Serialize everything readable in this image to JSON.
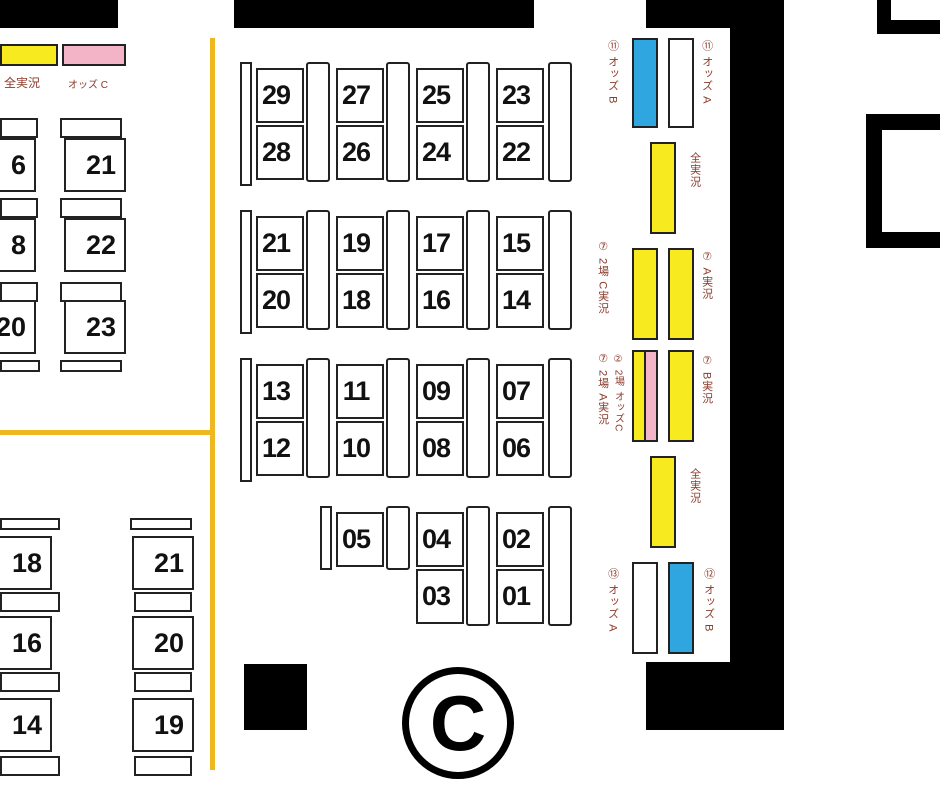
{
  "map": {
    "area_label": "C",
    "seat_blocks": [
      {
        "rows": [
          [
            "29",
            "27",
            "25",
            "23"
          ],
          [
            "28",
            "26",
            "24",
            "22"
          ]
        ]
      },
      {
        "rows": [
          [
            "21",
            "19",
            "17",
            "15"
          ],
          [
            "20",
            "18",
            "16",
            "14"
          ]
        ]
      },
      {
        "rows": [
          [
            "13",
            "11",
            "09",
            "07"
          ],
          [
            "12",
            "10",
            "08",
            "06"
          ]
        ]
      },
      {
        "rows": [
          [
            "",
            "05",
            "04",
            "02"
          ],
          [
            "",
            "",
            "03",
            "01"
          ]
        ]
      }
    ],
    "left_upper_seats": [
      "6",
      "21",
      "8",
      "22",
      "20",
      "23"
    ],
    "left_lower_seats": [
      "18",
      "21",
      "16",
      "20",
      "14",
      "19"
    ],
    "legend": {
      "all_live": "全実況",
      "odds_c": "オッズ C"
    },
    "screens": {
      "odds_b_top": "⑪ オッズ B",
      "odds_a_top": "⑪ オッズ A",
      "all_live_1": "全実況",
      "ch2_c_live": "⑦ 2場 C実況",
      "a_live": "⑦ A実況",
      "ch2_a_live": "⑦ 2場 A実況",
      "ch2_odds_c": "② 2場 オッズC",
      "b_live": "⑦ B実況",
      "all_live_2": "全実況",
      "odds_a_bottom": "⑬ オッズ A",
      "odds_b_bottom": "⑫ オッズ B"
    },
    "colors": {
      "yellow": "#f7ea1e",
      "blue": "#2fa6e0",
      "pink": "#f4b4c8",
      "gold": "#f0b820"
    }
  }
}
